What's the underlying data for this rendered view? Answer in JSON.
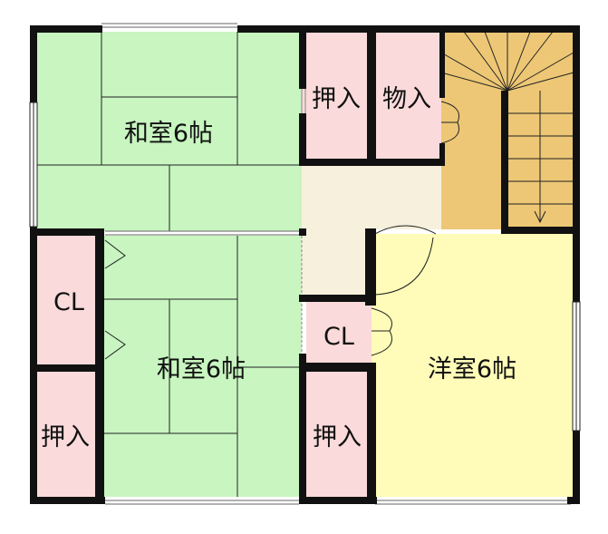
{
  "rooms": {
    "washitsu_upper": "和室6帖",
    "washitsu_lower": "和室6帖",
    "yoshitsu": "洋室6帖",
    "oshiire_upper": "押入",
    "monoire": "物入",
    "cl_left": "CL",
    "cl_center": "CL",
    "oshiire_left": "押入",
    "oshiire_center": "押入"
  },
  "colors": {
    "tatami": "#c8f5c0",
    "closet": "#fadada",
    "western": "#fefcb8",
    "hall": "#f7f0dc",
    "stair": "#edc775",
    "wall": "#111111"
  }
}
